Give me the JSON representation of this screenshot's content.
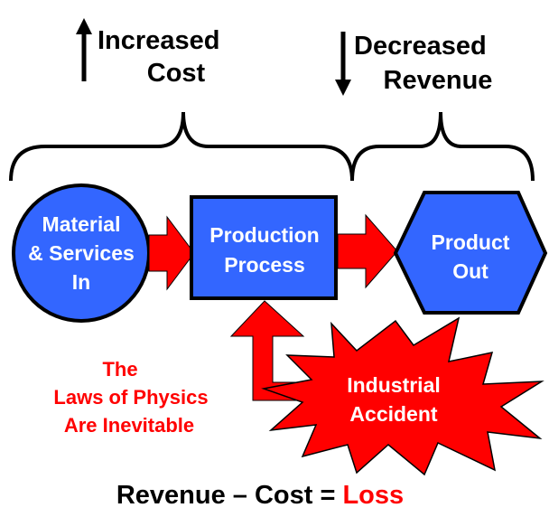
{
  "top_labels": {
    "increased": [
      "Increased",
      "Cost"
    ],
    "decreased": [
      "Decreased",
      "Revenue"
    ]
  },
  "nodes": {
    "input": [
      "Material",
      "& Services",
      "In"
    ],
    "process": [
      "Production",
      "Process"
    ],
    "output": [
      "Product",
      "Out"
    ],
    "accident": [
      "Industrial",
      "Accident"
    ]
  },
  "physics_note": [
    "The",
    "Laws of Physics",
    "Are Inevitable"
  ],
  "equation": {
    "left": "Revenue – Cost = ",
    "result": "Loss"
  },
  "colors": {
    "shape_fill": "#3366FF",
    "accent": "#FF0000",
    "text_on_shape": "#FFFFFF"
  }
}
